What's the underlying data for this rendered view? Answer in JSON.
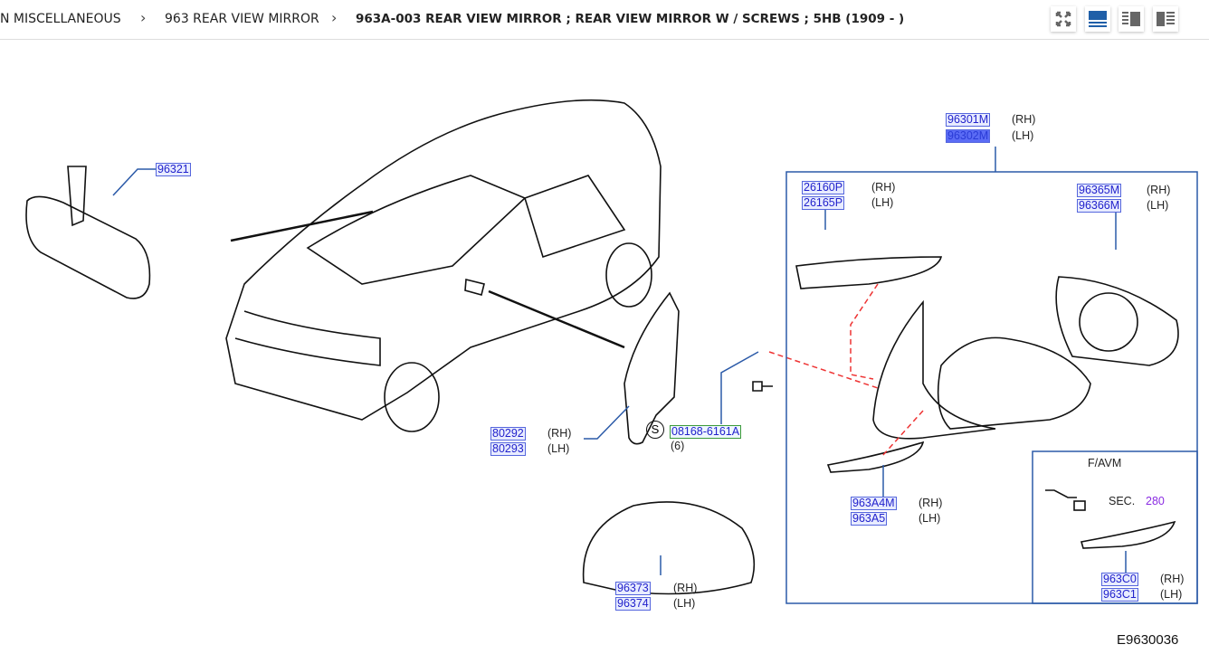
{
  "breadcrumb": [
    "N MISCELLANEOUS",
    "963 REAR VIEW MIRROR",
    "963A-003 REAR VIEW MIRROR ; REAR VIEW MIRROR W / SCREWS ; 5HB (1909 - )"
  ],
  "toolbar": {
    "icons": [
      "fullscreen-icon",
      "view-diagram-only-icon",
      "view-split-right-icon",
      "view-split-left-icon"
    ],
    "accent": "#1f5fa8"
  },
  "parts": [
    {
      "code": "96321",
      "side": ""
    },
    {
      "code": "96301M",
      "side": "(RH)"
    },
    {
      "code": "96302M",
      "side": "(LH)",
      "selected": true
    },
    {
      "code": "26160P",
      "side": "(RH)"
    },
    {
      "code": "26165P",
      "side": "(LH)"
    },
    {
      "code": "96365M",
      "side": "(RH)"
    },
    {
      "code": "96366M",
      "side": "(LH)"
    },
    {
      "code": "80292",
      "side": "(RH)"
    },
    {
      "code": "80293",
      "side": "(LH)"
    },
    {
      "code": "08168-6161A",
      "side": "(6)"
    },
    {
      "code": "963A4M",
      "side": "(RH)"
    },
    {
      "code": "963A5",
      "side": "(LH)"
    },
    {
      "code": "96373",
      "side": "(RH)"
    },
    {
      "code": "96374",
      "side": "(LH)"
    },
    {
      "code": "963C0",
      "side": "(RH)"
    },
    {
      "code": "963C1",
      "side": "(LH)"
    }
  ],
  "s_mark": "S",
  "favm": "F/AVM",
  "sec_label": "SEC.",
  "sec_number": "280",
  "diagram_id": "E9630036"
}
